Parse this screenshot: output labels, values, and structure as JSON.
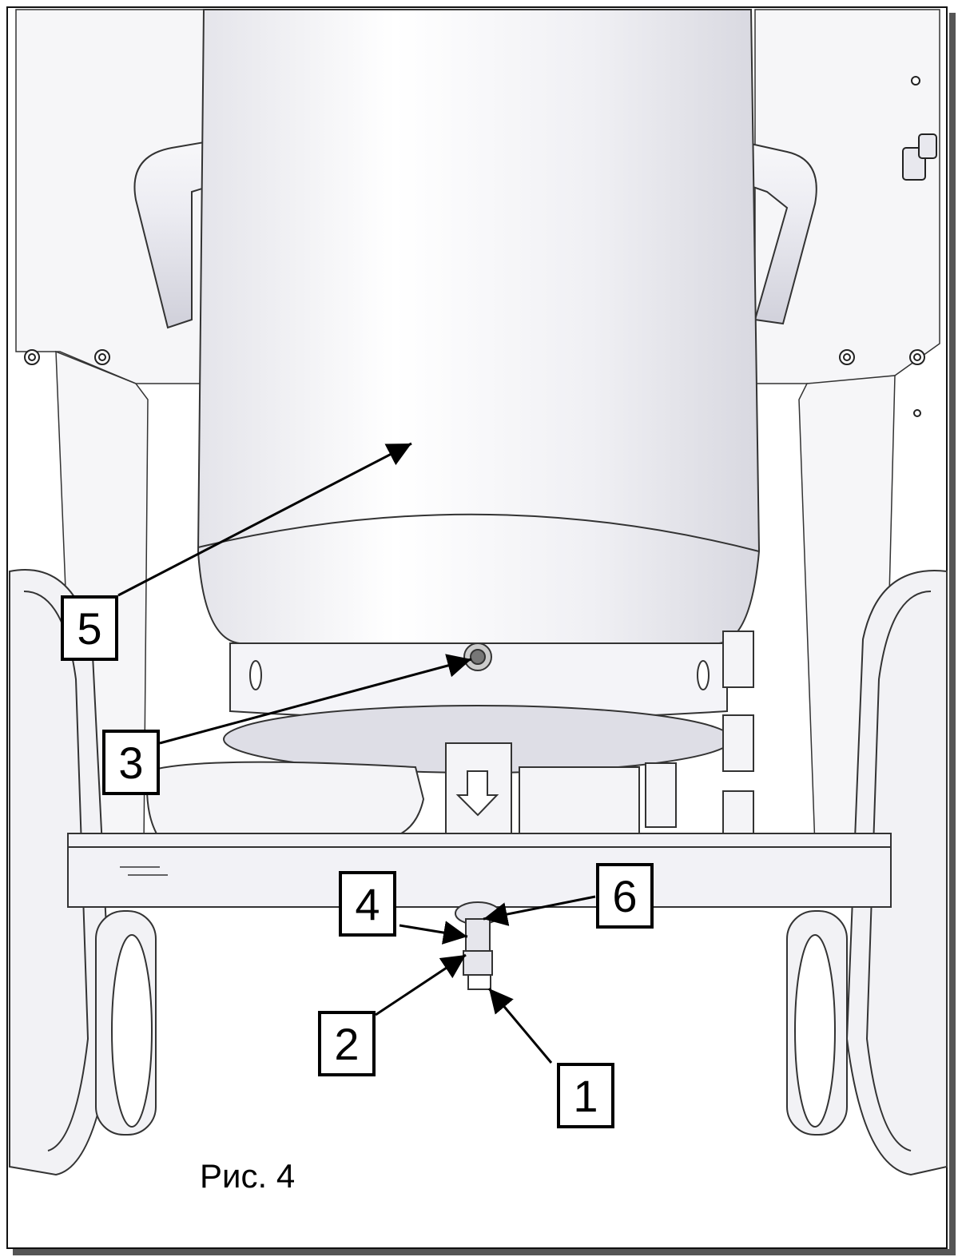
{
  "figure": {
    "caption": "Рис. 4",
    "callouts": [
      {
        "id": "callout-1",
        "label": "1"
      },
      {
        "id": "callout-2",
        "label": "2"
      },
      {
        "id": "callout-3",
        "label": "3"
      },
      {
        "id": "callout-4",
        "label": "4"
      },
      {
        "id": "callout-5",
        "label": "5"
      },
      {
        "id": "callout-6",
        "label": "6"
      }
    ]
  }
}
